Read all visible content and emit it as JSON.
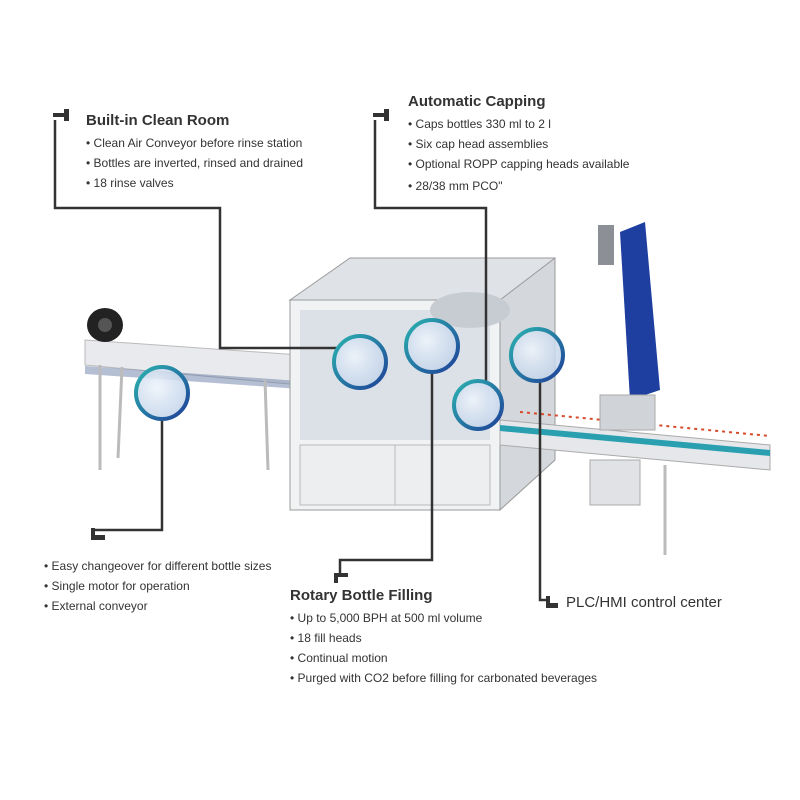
{
  "callouts": {
    "clean_room": {
      "title": "Built-in Clean Room",
      "items": [
        "Clean Air Conveyor before rinse station",
        "Bottles are inverted, rinsed and drained",
        "18 rinse valves"
      ]
    },
    "capping": {
      "title": "Automatic Capping",
      "items": [
        "Caps bottles 330 ml to 2 l",
        "Six cap head assemblies",
        "Optional ROPP capping heads available",
        "28/38 mm PCO\""
      ]
    },
    "conveyor": {
      "items": [
        "Easy changeover for different bottle sizes",
        "Single motor for operation",
        "External conveyor"
      ]
    },
    "filling": {
      "title": "Rotary Bottle Filling",
      "items": [
        "Up to 5,000 BPH at 500 ml volume",
        "18 fill heads",
        "Continual motion",
        "Purged with CO2 before filling for carbonated beverages"
      ]
    },
    "plc": {
      "title": "PLC/HMI control center"
    }
  },
  "colors": {
    "line": "#333333",
    "ring_blue": "#1f5fa8",
    "ring_teal": "#2bb3b0",
    "belt": "#1e3fa0"
  }
}
